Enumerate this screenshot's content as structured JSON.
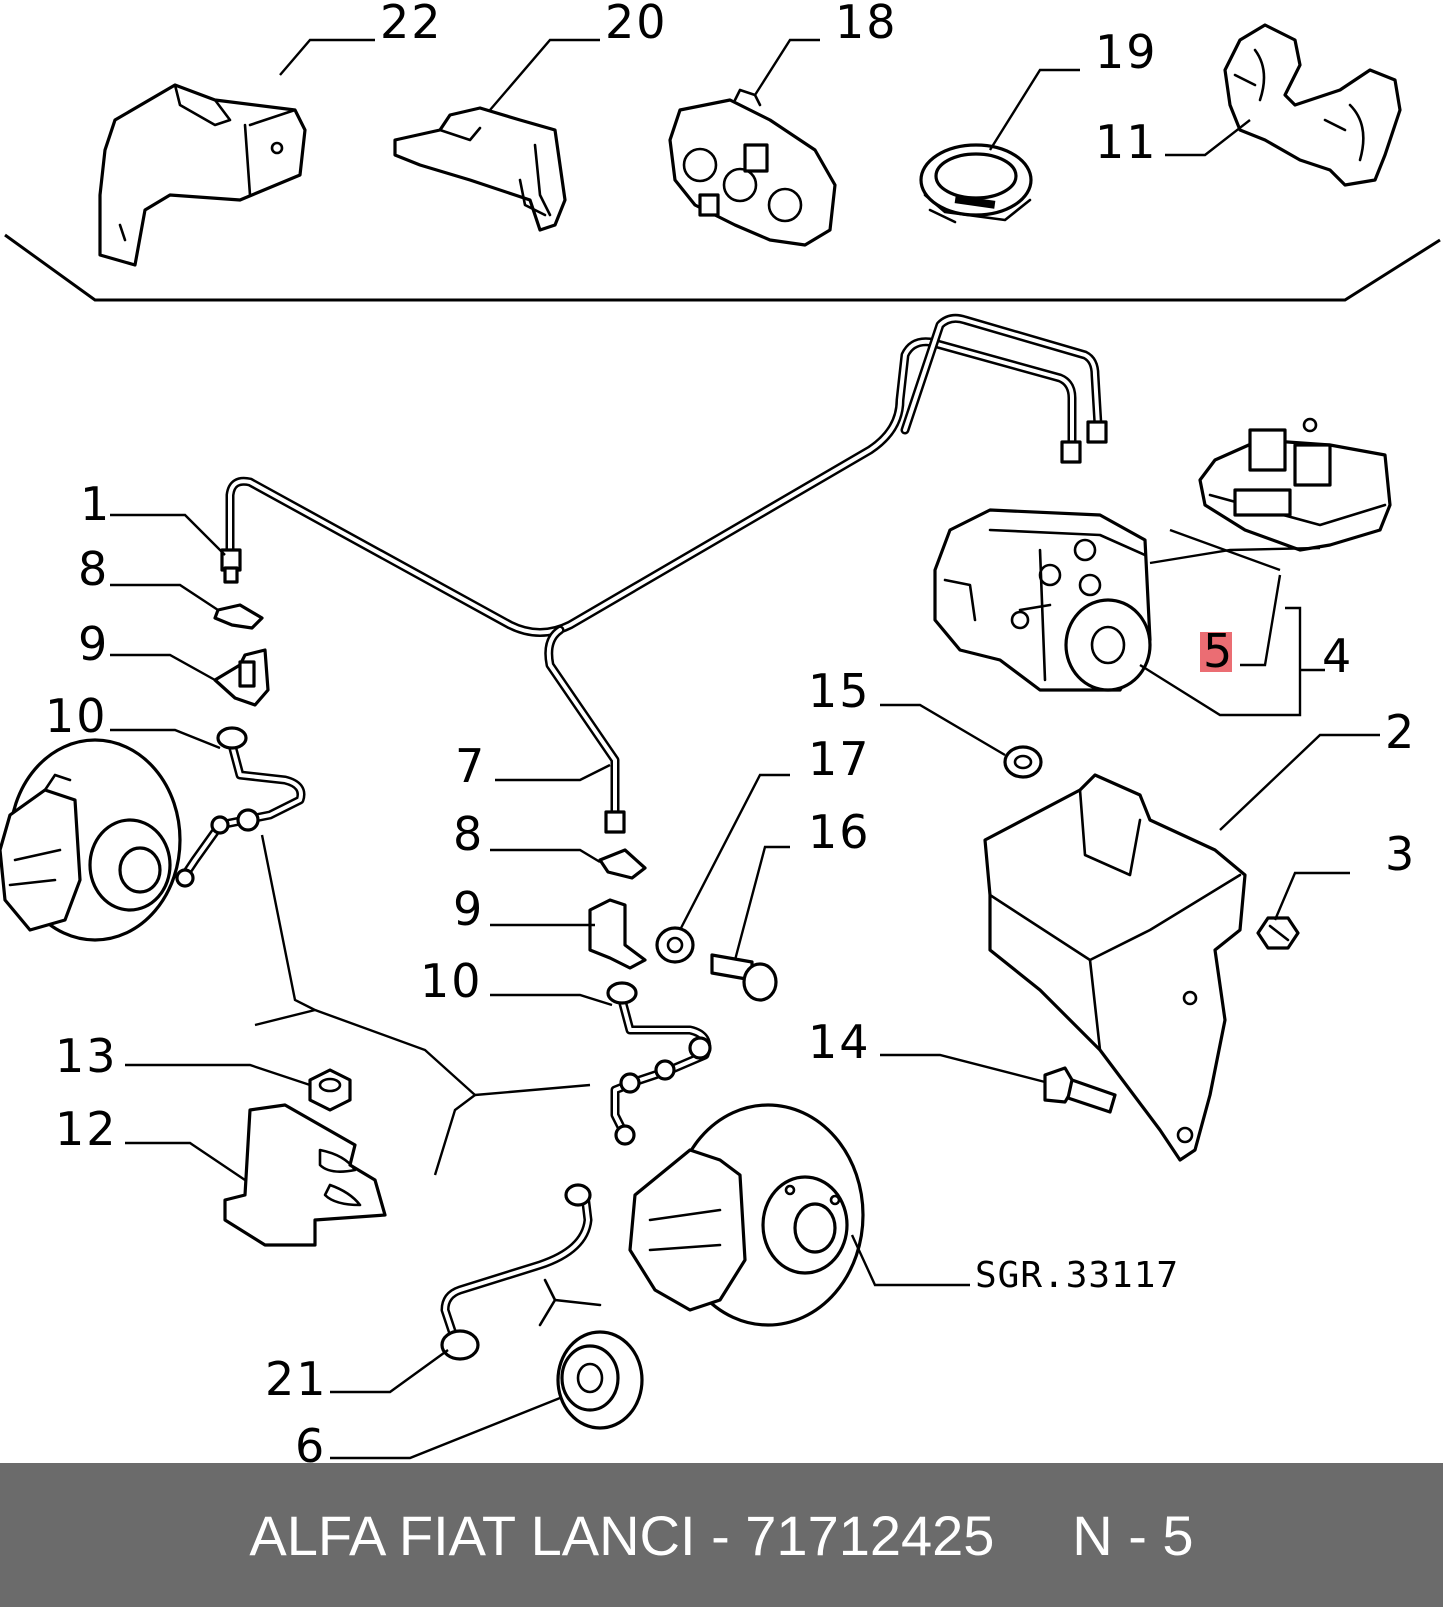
{
  "diagram": {
    "callouts": {
      "c1": "1",
      "c2": "2",
      "c3": "3",
      "c4": "4",
      "c5": "5",
      "c6": "6",
      "c7": "7",
      "c8a": "8",
      "c8b": "8",
      "c9a": "9",
      "c9b": "9",
      "c10a": "10",
      "c10b": "10",
      "c11": "11",
      "c12": "12",
      "c13": "13",
      "c14": "14",
      "c15": "15",
      "c16": "16",
      "c17": "17",
      "c18": "18",
      "c19": "19",
      "c20": "20",
      "c21": "21",
      "c22": "22"
    },
    "reference_code": "SGR.33117",
    "highlight_color": "#e8545a"
  },
  "footer": {
    "text": "ALFA FIAT LANCI - 71712425     N - 5",
    "background": "#6b6b6b"
  }
}
